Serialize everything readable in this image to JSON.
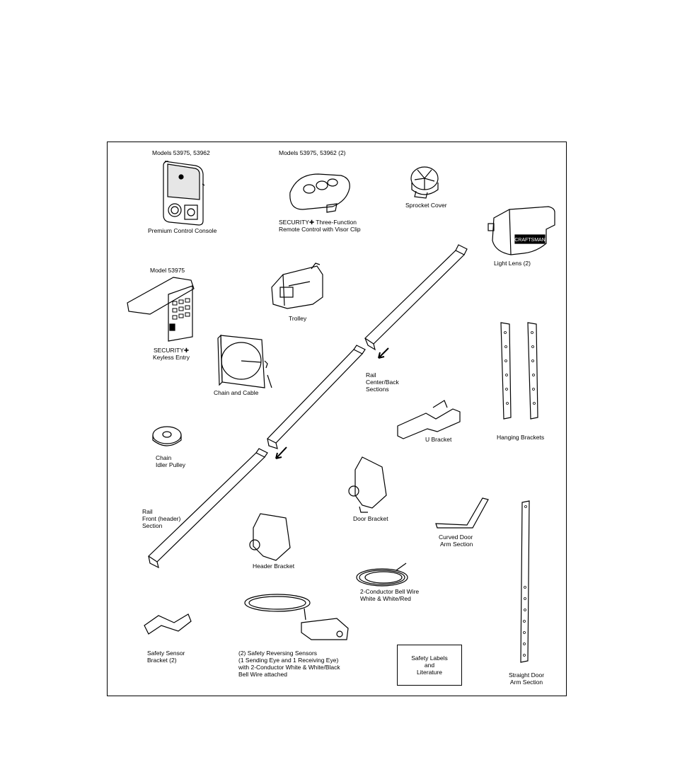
{
  "parts": {
    "premium_console_models": "Models 53975, 53962",
    "premium_console": "Premium Control Console",
    "remote_models": "Models 53975, 53962 (2)",
    "remote_line1": "SECURITY✚ Three-Function",
    "remote_line2": "Remote Control with Visor Clip",
    "sprocket_cover": "Sprocket Cover",
    "light_lens": "Light Lens (2)",
    "lens_brand": "CRAFTSMAN",
    "keyless_model": "Model 53975",
    "keyless_line1": "SECURITY✚",
    "keyless_line2": "Keyless Entry",
    "trolley": "Trolley",
    "chain_cable": "Chain and Cable",
    "rail_center_1": "Rail",
    "rail_center_2": "Center/Back",
    "rail_center_3": "Sections",
    "hanging_brackets": "Hanging Brackets",
    "u_bracket": "U Bracket",
    "idler_1": "Chain",
    "idler_2": "Idler Pulley",
    "rail_front_1": "Rail",
    "rail_front_2": "Front (header)",
    "rail_front_3": "Section",
    "door_bracket": "Door Bracket",
    "curved_arm_1": "Curved Door",
    "curved_arm_2": "Arm Section",
    "header_bracket": "Header Bracket",
    "bell_wire_1": "2-Conductor Bell Wire",
    "bell_wire_2": "White & White/Red",
    "sensor_bracket_1": "Safety Sensor",
    "sensor_bracket_2": "Bracket (2)",
    "sensors_1": "(2) Safety Reversing Sensors",
    "sensors_2": "(1 Sending Eye and 1 Receiving Eye)",
    "sensors_3": "with 2-Conductor White & White/Black",
    "sensors_4": "Bell Wire attached",
    "safety_1": "Safety Labels",
    "safety_2": "and",
    "safety_3": "Literature",
    "straight_arm_1": "Straight Door",
    "straight_arm_2": "Arm Section"
  }
}
